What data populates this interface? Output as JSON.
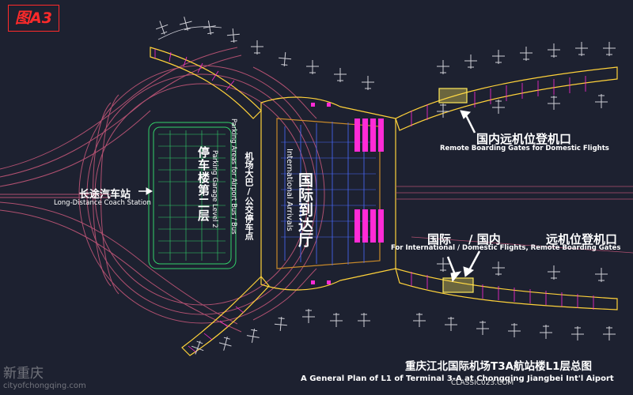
{
  "figure_label": "图A3",
  "labels": {
    "coach_station_cn": "长途汽车站",
    "coach_station_en": "Long-Distance Coach Station",
    "parking_cn": "停车楼第二层",
    "parking_en": "Parking Garage Level 2",
    "bus_cn": "机场大巴/公交停车点",
    "bus_en": "Parking Areas for Airport Bus / Bus",
    "intl_arrivals_cn": "国际到达厅",
    "intl_arrivals_en": "International Arrivals",
    "domestic_remote_cn": "国内远机位登机口",
    "domestic_remote_en": "Remote Boarding Gates for Domestic Flights",
    "intl_domestic_cn_a": "国际",
    "intl_domestic_cn_b": "/ 国内",
    "remote_gates_cn": "远机位登机口",
    "intl_domestic_remote_en": "For International / Domestic Flights, Remote Boarding Gates"
  },
  "title_cn": "重庆江北国际机场T3A航站楼L1层总图",
  "title_en": "A General Plan of L1 of Terminal 3-A at Chongqing Jiangbei Int'l Aiport",
  "watermark_left_cn": "新重庆",
  "watermark_left_url": "cityofchongqing.com",
  "watermark_right": "CLASSIC023.COM",
  "colors": {
    "background": "#1d2130",
    "road": "#b05070",
    "parking": "#33d16a",
    "terminal": "#ffd23a",
    "column": "#ff2bd6",
    "aircraft": "#cfcfd6"
  }
}
